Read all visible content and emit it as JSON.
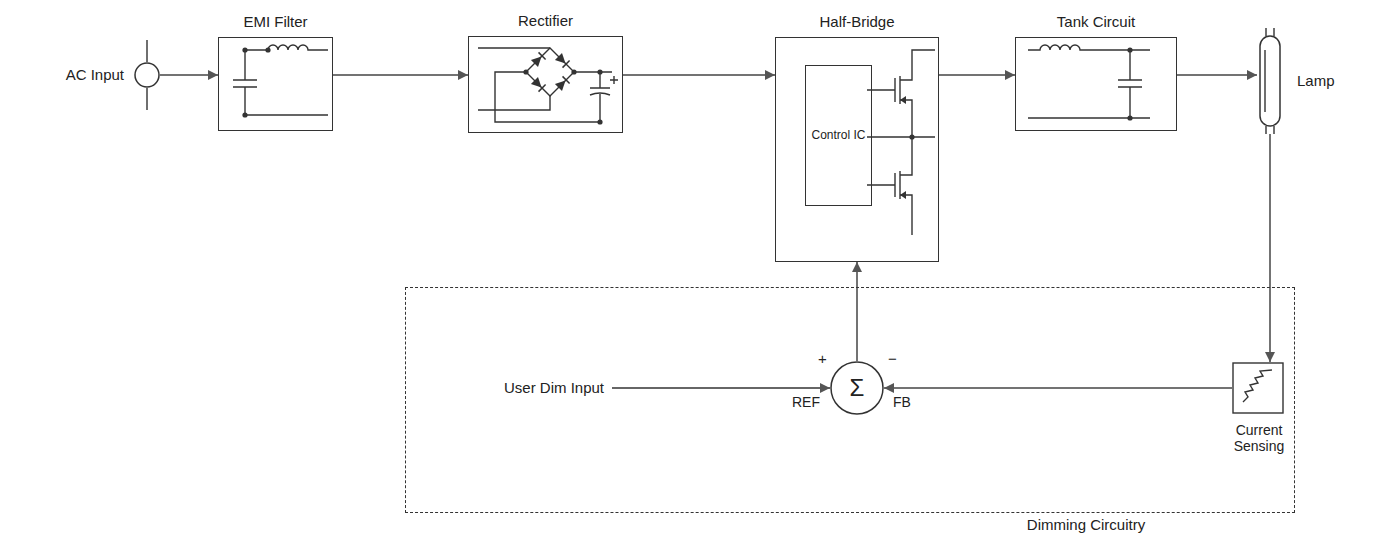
{
  "diagram": {
    "nodes": [
      {
        "text": [
          "AC Input"
        ]
      },
      {
        "text": [
          "EMI Filter"
        ]
      },
      {
        "text": [
          "Rectifier"
        ]
      },
      {
        "text": [
          "Half-Bridge"
        ]
      },
      {
        "text": [
          "Control IC"
        ],
        "in": 3
      },
      {
        "text": [
          "Tank Circuit"
        ]
      },
      {
        "text": [
          "Lamp"
        ]
      },
      {
        "text": [
          "Dimming Circuitry"
        ]
      },
      {
        "text": [
          "Σ"
        ],
        "in": 7
      },
      {
        "text": [
          "Current Sensing"
        ],
        "in": 7
      }
    ],
    "edges": [
      {
        "from": 0,
        "to": 1,
        "arrow": "to"
      },
      {
        "from": 1,
        "to": 2,
        "arrow": "to"
      },
      {
        "from": 2,
        "to": 3,
        "arrow": "to"
      },
      {
        "from": 3,
        "to": 5,
        "arrow": "to"
      },
      {
        "from": 5,
        "to": 6,
        "arrow": "to"
      },
      {
        "from": 6,
        "to": 9,
        "arrow": "to"
      },
      {
        "from": 9,
        "to": 8,
        "label": "FB",
        "arrow": "to"
      },
      {
        "from": 8,
        "to": 3,
        "arrow": "to"
      }
    ],
    "labels": [
      "User Dim Input",
      "REF",
      "+",
      "−"
    ]
  }
}
